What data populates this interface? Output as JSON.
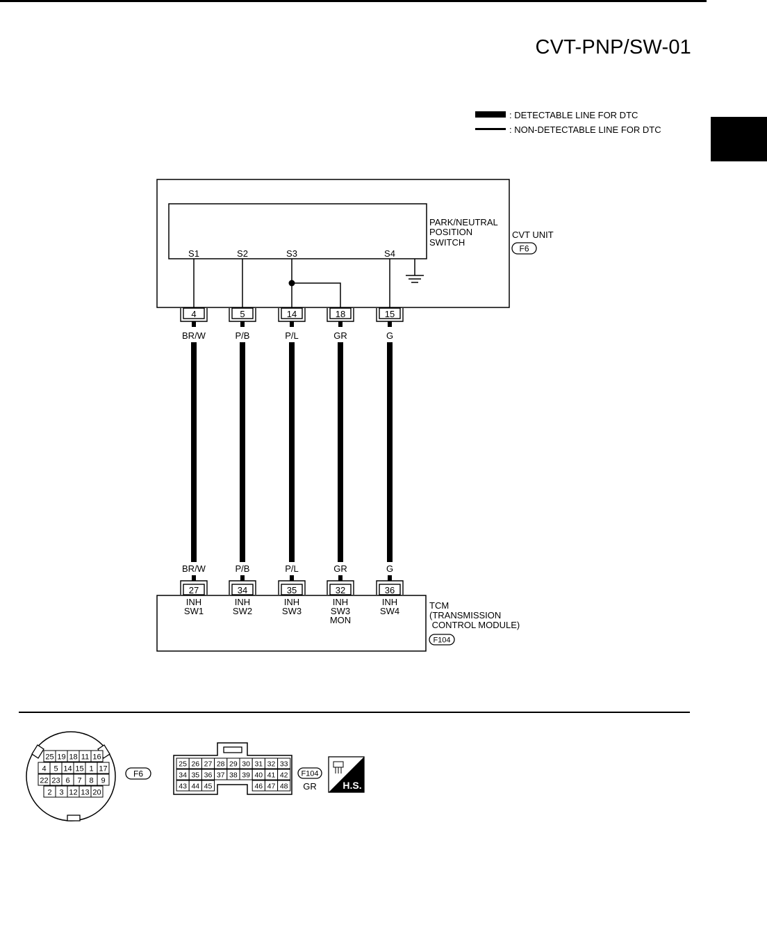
{
  "page_code": "CVT-PNP/SW-01",
  "legend": {
    "detectable": ": DETECTABLE LINE FOR DTC",
    "non_detectable": ": NON-DETECTABLE LINE FOR DTC"
  },
  "cvt_unit": {
    "switch_label": [
      "PARK/NEUTRAL",
      "POSITION",
      "SWITCH"
    ],
    "unit_label": "CVT UNIT",
    "connector": "F6",
    "switch_pins": [
      "S1",
      "S2",
      "S3",
      "S4"
    ]
  },
  "wires": [
    {
      "cvt_pin": "4",
      "color": "BR/W",
      "tcm_pin": "27",
      "tcm_label": [
        "INH",
        "SW1"
      ]
    },
    {
      "cvt_pin": "5",
      "color": "P/B",
      "tcm_pin": "34",
      "tcm_label": [
        "INH",
        "SW2"
      ]
    },
    {
      "cvt_pin": "14",
      "color": "P/L",
      "tcm_pin": "35",
      "tcm_label": [
        "INH",
        "SW3"
      ]
    },
    {
      "cvt_pin": "18",
      "color": "GR",
      "tcm_pin": "32",
      "tcm_label": [
        "INH",
        "SW3",
        "MON"
      ]
    },
    {
      "cvt_pin": "15",
      "color": "G",
      "tcm_pin": "36",
      "tcm_label": [
        "INH",
        "SW4"
      ]
    }
  ],
  "tcm": {
    "label": [
      "TCM",
      "(TRANSMISSION",
      " CONTROL MODULE)"
    ],
    "connector": "F104"
  },
  "f6_connector": {
    "id": "F6",
    "rows": [
      [
        "25",
        "19",
        "18",
        "11",
        "16"
      ],
      [
        "4",
        "5",
        "14",
        "15",
        "1",
        "17"
      ],
      [
        "22",
        "23",
        "6",
        "7",
        "8",
        "9"
      ],
      [
        "2",
        "3",
        "12",
        "13",
        "20"
      ]
    ]
  },
  "f104_connector": {
    "id": "F104",
    "color": "GR",
    "rows": [
      [
        "25",
        "26",
        "27",
        "28",
        "29",
        "30",
        "31",
        "32",
        "33"
      ],
      [
        "34",
        "35",
        "36",
        "37",
        "38",
        "39",
        "40",
        "41",
        "42"
      ],
      [
        "43",
        "44",
        "45",
        "46",
        "47",
        "48"
      ]
    ]
  },
  "hs_badge": "H.S."
}
